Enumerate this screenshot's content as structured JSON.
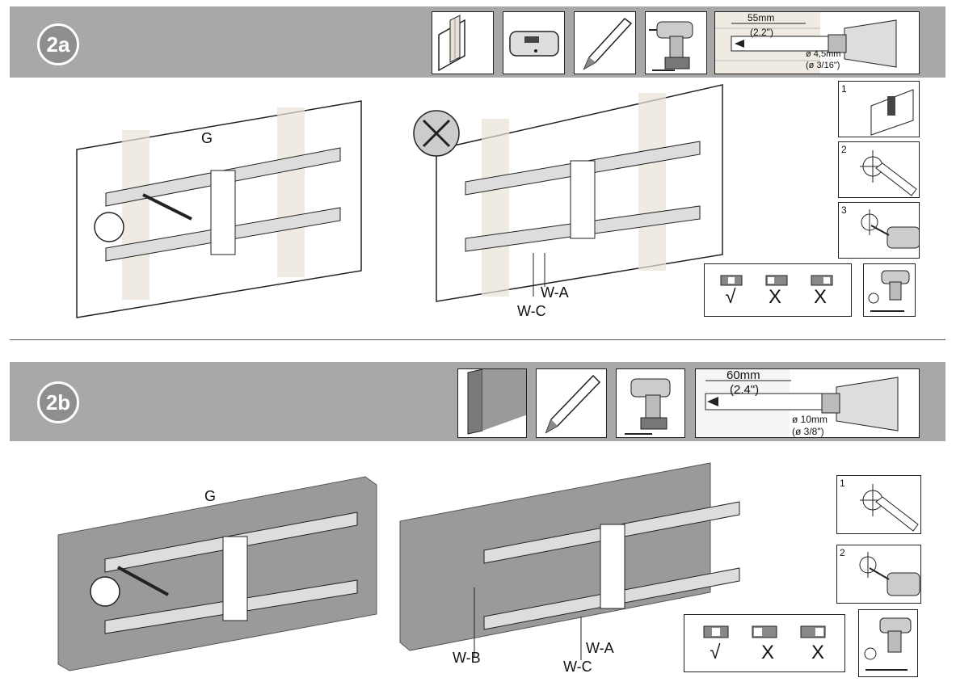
{
  "steps": [
    {
      "id": "2a",
      "badge": "2a",
      "drill": {
        "depth": "55mm",
        "depth_in": "(2.2\")",
        "bit": "ø 4,5mm",
        "bit_in": "(ø 3/16\")"
      },
      "left_label_g": "G",
      "right_labels": {
        "wa": "W-A",
        "wc": "W-C"
      },
      "substeps": [
        "1",
        "2",
        "3"
      ],
      "level_marks": [
        "√",
        "X",
        "X"
      ],
      "icons": [
        "wood-stud-icon",
        "stud-finder-icon",
        "pencil-icon",
        "drill-icon"
      ]
    },
    {
      "id": "2b",
      "badge": "2b",
      "drill": {
        "depth": "60mm",
        "depth_in": "(2.4\")",
        "bit": "ø 10mm",
        "bit_in": "(ø 3/8\")"
      },
      "left_label_g": "G",
      "right_labels": {
        "wa": "W-A",
        "wb": "W-B",
        "wc": "W-C"
      },
      "substeps": [
        "1",
        "2"
      ],
      "level_marks": [
        "√",
        "X",
        "X"
      ],
      "icons": [
        "concrete-wall-icon",
        "pencil-icon",
        "drill-icon"
      ]
    }
  ],
  "colors": {
    "band": "#a8a8a8",
    "badge": "#8e8e8e",
    "concrete": "#9a9a9a",
    "panel": "#ffffff",
    "stud": "#e8e2d6"
  }
}
